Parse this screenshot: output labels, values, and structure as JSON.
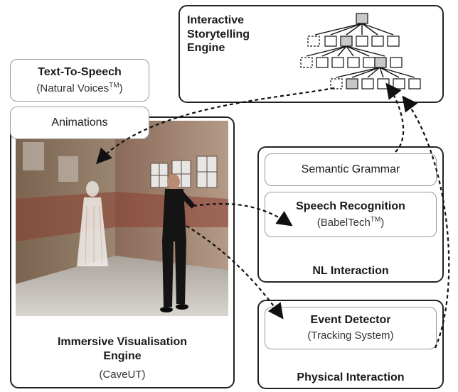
{
  "storytelling": {
    "title_lines": [
      "Interactive",
      "Storytelling",
      "Engine"
    ]
  },
  "tts": {
    "title": "Text-To-Speech",
    "subtitle": "(Natural Voices",
    "tm": "TM",
    "close": ")"
  },
  "animations": {
    "label": "Animations"
  },
  "visualisation": {
    "title_lines": [
      "Immersive Visualisation",
      "Engine"
    ],
    "subtitle": "(CaveUT)"
  },
  "nl": {
    "grammar": "Semantic Grammar",
    "speech_title": "Speech Recognition",
    "speech_sub": "(BabelTech",
    "tm": "TM",
    "close": ")",
    "title": "NL Interaction"
  },
  "physical": {
    "detector_title": "Event Detector",
    "detector_sub": "(Tracking System)",
    "title": "Physical Interaction"
  },
  "colors": {
    "border": "#222222",
    "sub_border": "#9a9a9a",
    "node_fill": "#c8c8c8"
  }
}
